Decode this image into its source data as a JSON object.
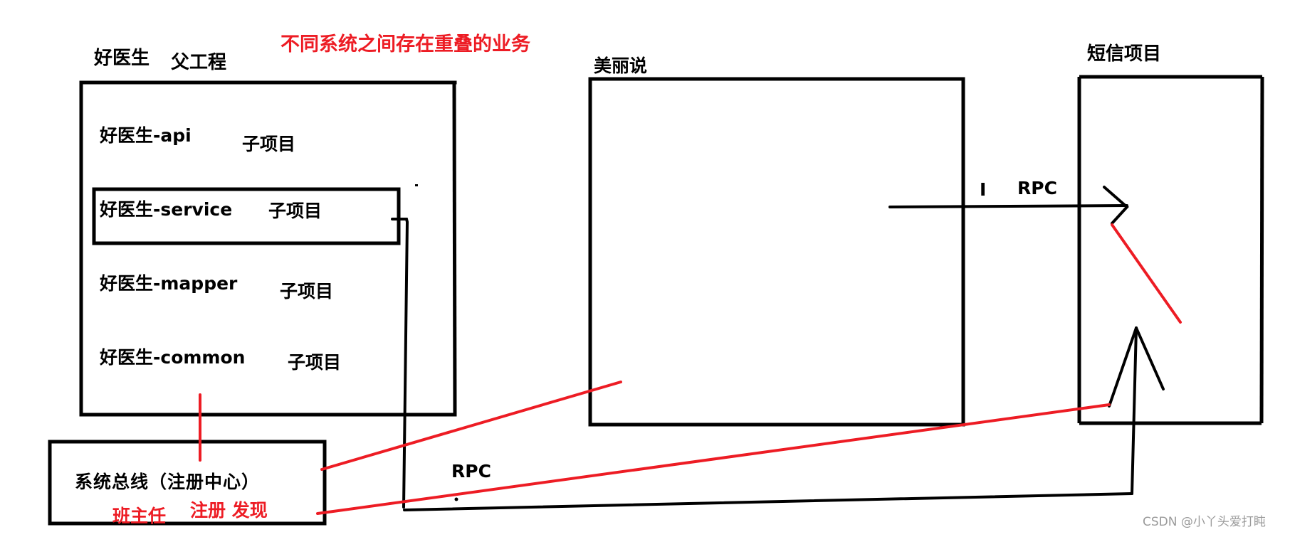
{
  "title": "不同系统之间存在重叠的业务",
  "parent_project": {
    "name": "好医生",
    "tag": "父工程",
    "children": [
      {
        "name": "好医生-api",
        "tag": "子项目"
      },
      {
        "name": "好医生-service",
        "tag": "子项目"
      },
      {
        "name": "好医生-mapper",
        "tag": "子项目"
      },
      {
        "name": "好医生-common",
        "tag": "子项目"
      }
    ]
  },
  "systems": {
    "meilishuo": {
      "name": "美丽说"
    },
    "sms": {
      "name": "短信项目"
    }
  },
  "registry": {
    "name": "系统总线（注册中心）",
    "role": "班主任",
    "functions": "注册 发现"
  },
  "connections": {
    "rpc_top_label": "RPC",
    "rpc_top_marker": "I",
    "rpc_bottom_label": "RPC"
  },
  "colors": {
    "ink": "#000000",
    "accent_red": "#ED1C24",
    "watermark": "#9a9a9a"
  },
  "watermark": "CSDN @小丫头爱打盹"
}
